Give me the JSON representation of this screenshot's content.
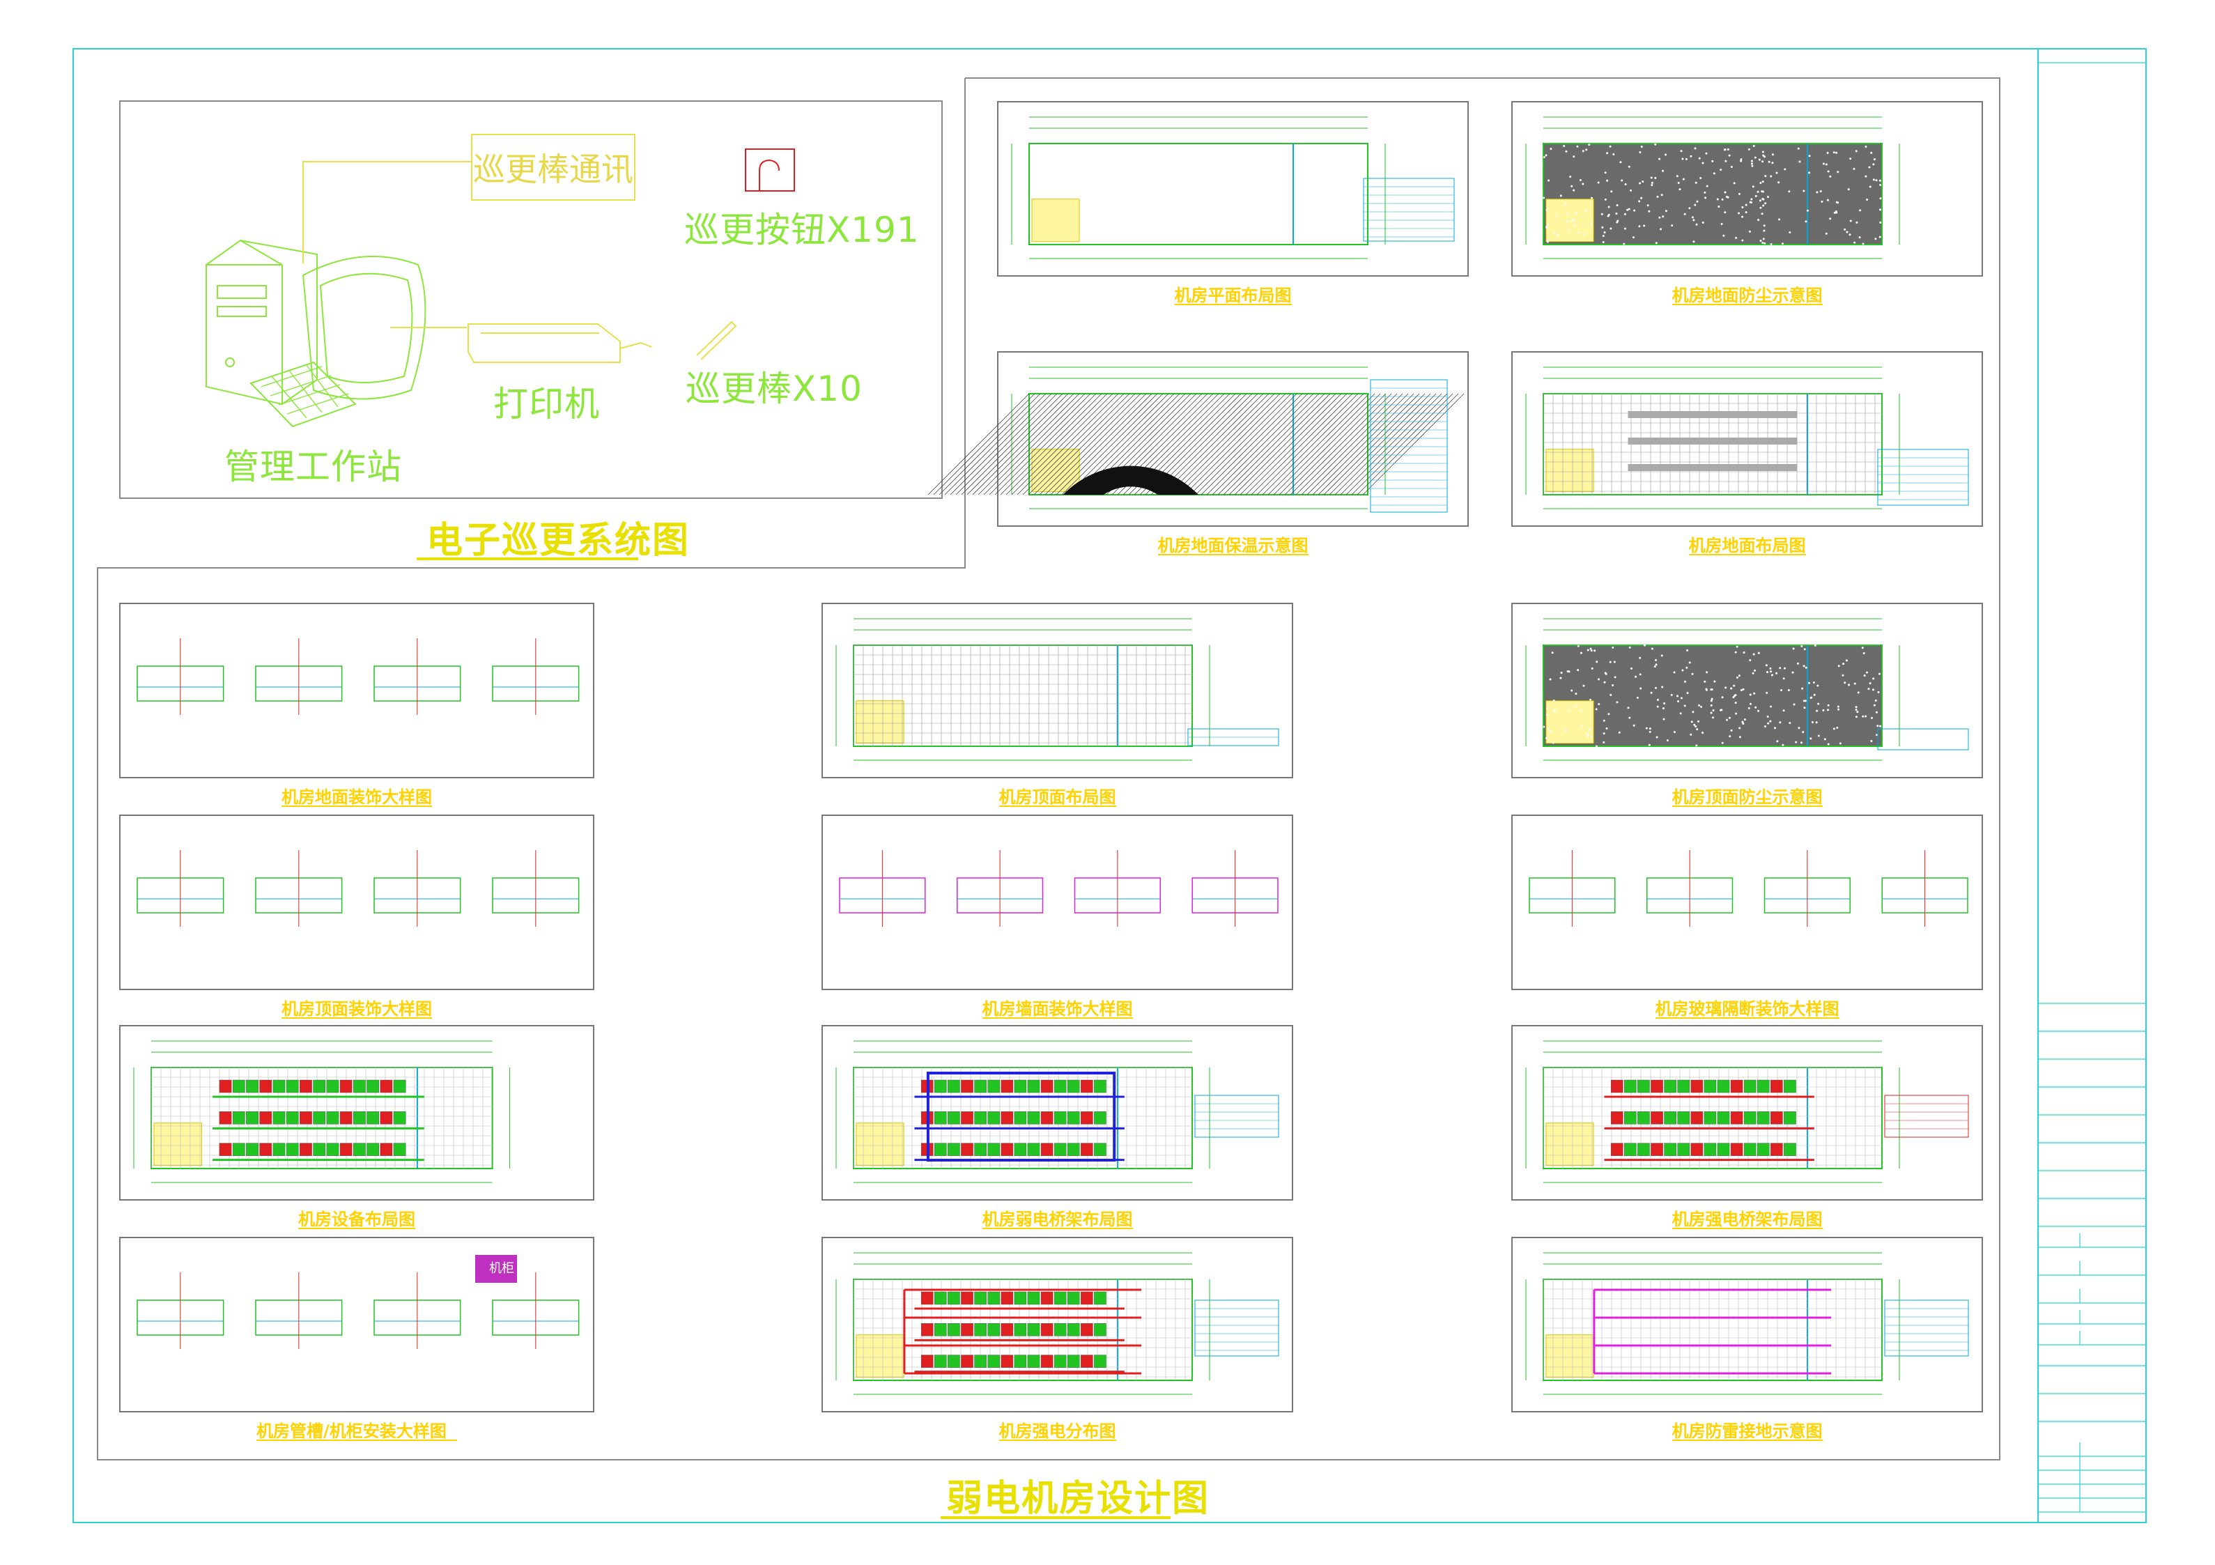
{
  "sheet": {
    "main_title": "弱电机房设计图"
  },
  "patrol_system": {
    "title": "电子巡更系统图",
    "comm_label": "巡更棒通讯",
    "button_label": "巡更按钮X191",
    "stick_label": "巡更棒X10",
    "printer_label": "打印机",
    "workstation_label": "管理工作站"
  },
  "drawings": [
    {
      "caption": "机房平面布局图",
      "style": "plan"
    },
    {
      "caption": "机房地面防尘示意图",
      "style": "dust"
    },
    {
      "caption": "机房地面保温示意图",
      "style": "insul"
    },
    {
      "caption": "机房地面布局图",
      "style": "floorgrid"
    },
    {
      "caption": "机房地面装饰大样图",
      "style": "detail-a"
    },
    {
      "caption": "机房顶面布局图",
      "style": "grid"
    },
    {
      "caption": "机房顶面防尘示意图",
      "style": "dust"
    },
    {
      "caption": "机房顶面装饰大样图",
      "style": "detail-b"
    },
    {
      "caption": "机房墙面装饰大样图",
      "style": "detail-c"
    },
    {
      "caption": "机房玻璃隔断装饰大样图",
      "style": "detail-d"
    },
    {
      "caption": "机房设备布局图",
      "style": "equip"
    },
    {
      "caption": "机房弱电桥架布局图",
      "style": "equip-blue"
    },
    {
      "caption": "机房强电桥架布局图",
      "style": "equip-red"
    },
    {
      "caption": "机房管槽/机柜安装大样图",
      "style": "detail-e"
    },
    {
      "caption": "机房强电分布图",
      "style": "power"
    },
    {
      "caption": "机房防雷接地示意图",
      "style": "ground"
    }
  ],
  "cabinet_label": "机柜",
  "colors": {
    "frame": "#29d3d3",
    "caption": "#ffd200",
    "title": "#e8e000",
    "patrol": "#8ce63b",
    "cad_green": "#22c422",
    "cad_cyan": "#00a8d8",
    "cad_red": "#e02020",
    "cad_magenta": "#e020e0"
  }
}
